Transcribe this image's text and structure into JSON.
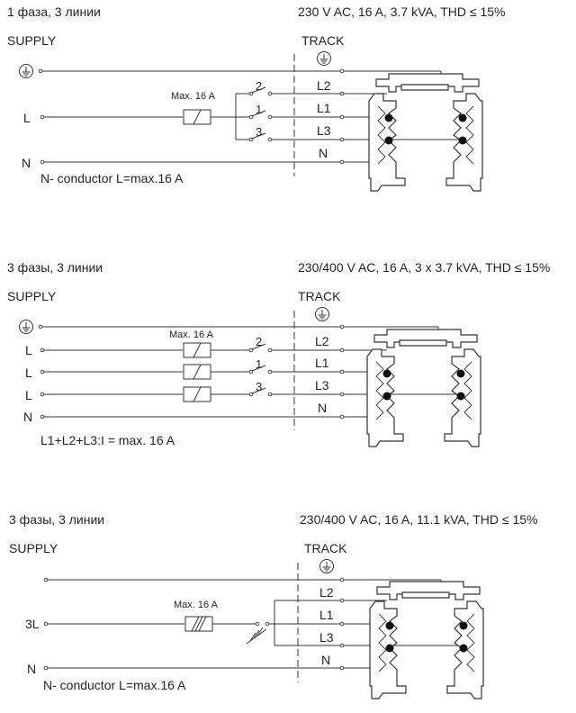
{
  "diagrams": [
    {
      "title": "1 фаза, 3 линии",
      "spec": "230 V AC, 16 A, 3.7 kVA, THD ≤ 15%",
      "supply_label": "SUPPLY",
      "track_label": "TRACK",
      "inputs": [
        "L",
        "N"
      ],
      "fuse_label": "Max. 16 A",
      "switch_numbers": [
        "2",
        "1",
        "3"
      ],
      "track_lines": [
        "L2",
        "L1",
        "L3",
        "N"
      ],
      "note": "N- conductor  L=max.16 A"
    },
    {
      "title": "3 фазы, 3 линии",
      "spec": "230/400 V AC, 16 A, 3 x 3.7 kVA, THD ≤ 15%",
      "supply_label": "SUPPLY",
      "track_label": "TRACK",
      "inputs": [
        "L",
        "L",
        "L",
        "N"
      ],
      "fuse_label": "Max. 16 A",
      "switch_numbers": [
        "2",
        "1",
        "3"
      ],
      "track_lines": [
        "L2",
        "L1",
        "L3",
        "N"
      ],
      "note": "L1+L2+L3:I = max. 16 A"
    },
    {
      "title": "3 фазы, 3 линии",
      "spec": "230/400 V AC, 16 A, 11.1 kVA, THD ≤ 15%",
      "supply_label": "SUPPLY",
      "track_label": "TRACK",
      "inputs": [
        "3L",
        "N"
      ],
      "fuse_label": "Max. 16 A",
      "track_lines": [
        "L2",
        "L1",
        "L3",
        "N"
      ],
      "note": "N- conductor  L=max.16 A"
    }
  ],
  "icons": {
    "ground": "ground-symbol-icon",
    "fuse": "fuse-icon",
    "switch": "switch-icon",
    "track_profile": "track-profile-icon"
  }
}
